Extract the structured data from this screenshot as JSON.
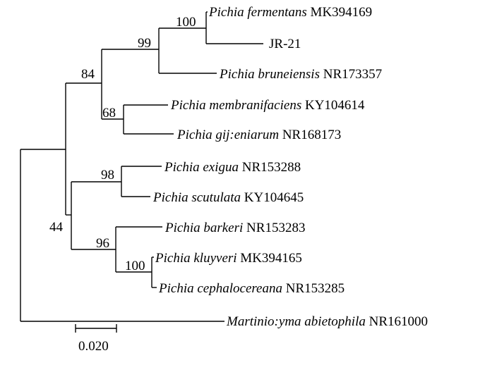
{
  "tree": {
    "taxa": [
      {
        "genus": "Pichia",
        "epithet": "fermentans",
        "accession": "MK394169"
      },
      {
        "genus": "",
        "epithet": "",
        "accession": "JR-21"
      },
      {
        "genus": "Pichia",
        "epithet": "bruneiensis",
        "accession": "NR173357"
      },
      {
        "genus": "Pichia",
        "epithet": "membranifaciens",
        "accession": "KY104614"
      },
      {
        "genus": "Pichia",
        "epithet": "gij:eniarum",
        "accession": "NR168173"
      },
      {
        "genus": "Pichia",
        "epithet": "exigua",
        "accession": "NR153288"
      },
      {
        "genus": "Pichia",
        "epithet": "scutulata",
        "accession": "KY104645"
      },
      {
        "genus": "Pichia",
        "epithet": "barkeri",
        "accession": "NR153283"
      },
      {
        "genus": "Pichia",
        "epithet": "kluyveri",
        "accession": "MK394165"
      },
      {
        "genus": "Pichia",
        "epithet": "cephalocereana",
        "accession": "NR153285"
      },
      {
        "genus": "Martinio:yma",
        "epithet": "abietophila",
        "accession": "NR161000"
      }
    ],
    "bootstrap": {
      "fermentans_jr21": "100",
      "clade_99": "99",
      "clade_84": "84",
      "clade_68": "68",
      "exigua_scutulata": "98",
      "clade_96": "96",
      "kluyveri_cephalocereana": "100",
      "clade_44": "44"
    },
    "scale_bar_label": "0.020",
    "colors": {
      "line": "#000000",
      "text": "#000000",
      "background": "#ffffff"
    }
  }
}
